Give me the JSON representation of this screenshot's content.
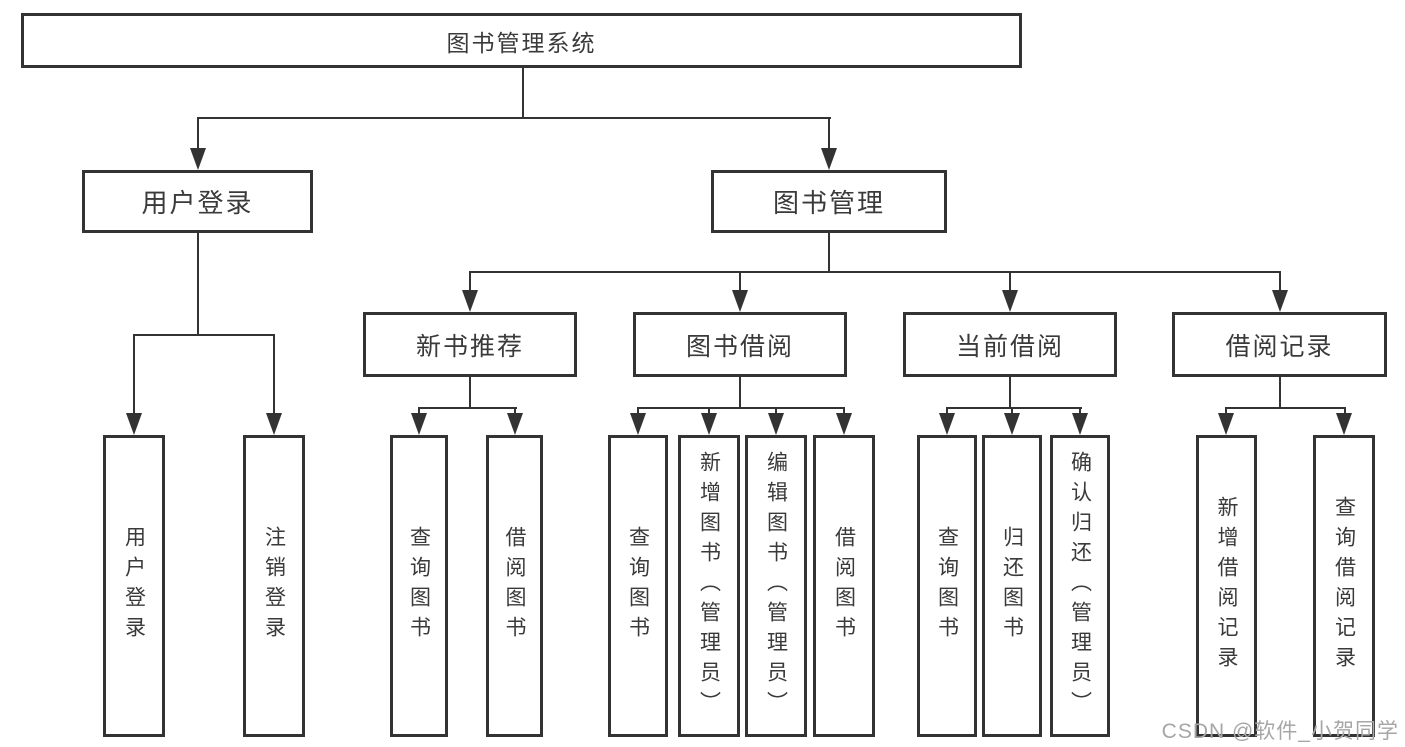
{
  "colors": {
    "line": "#333333",
    "border": "#333333",
    "text": "#3a3a3a",
    "bg": "#ffffff",
    "watermark": "#a6a6a6"
  },
  "root": {
    "label": "图书管理系统"
  },
  "level2": {
    "user_login": {
      "label": "用户登录"
    },
    "book_mgmt": {
      "label": "图书管理"
    }
  },
  "level3": {
    "new_book": {
      "label": "新书推荐"
    },
    "borrow": {
      "label": "图书借阅"
    },
    "current": {
      "label": "当前借阅"
    },
    "records": {
      "label": "借阅记录"
    }
  },
  "leaves": {
    "user_login": [
      "用户登录",
      "注销登录"
    ],
    "new_book": [
      "查询图书",
      "借阅图书"
    ],
    "borrow": [
      "查询图书",
      "新增图书（管理员）",
      "编辑图书（管理员）",
      "借阅图书"
    ],
    "current": [
      "查询图书",
      "归还图书",
      "确认归还（管理员）"
    ],
    "records": [
      "新增借阅记录",
      "查询借阅记录"
    ]
  },
  "watermark": "CSDN @软件_小贺同学"
}
